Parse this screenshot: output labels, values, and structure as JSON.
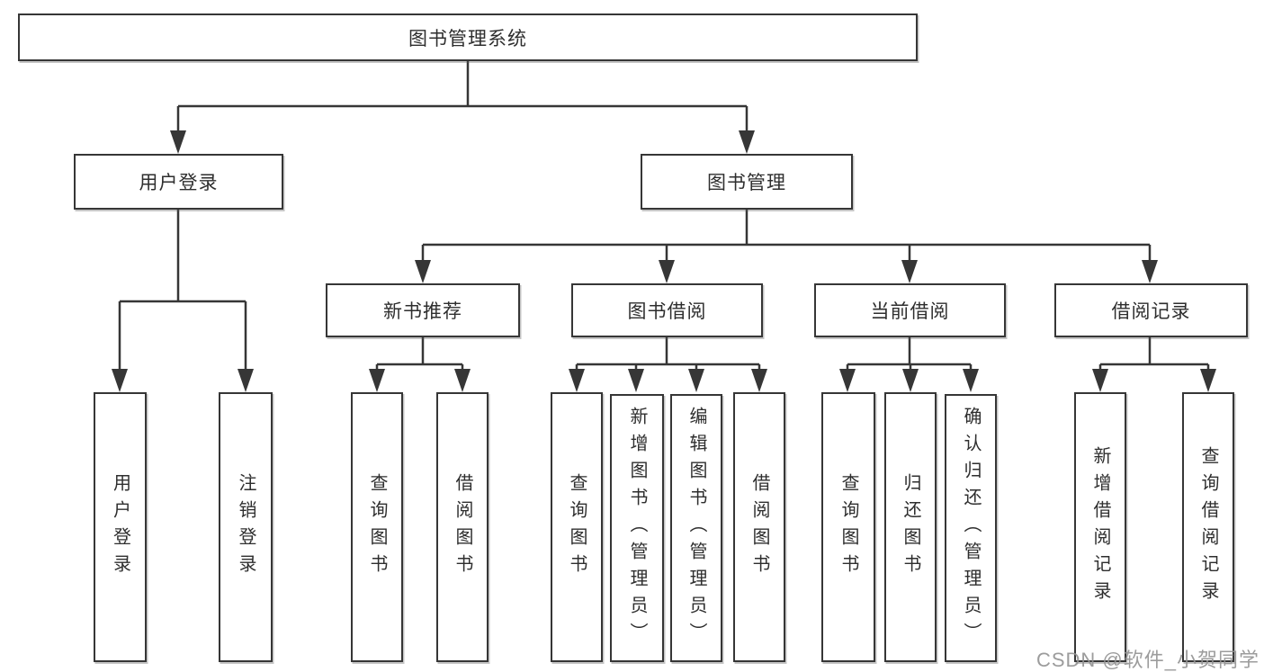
{
  "colors": {
    "line": "#363636",
    "box_border": "#363636",
    "box_background": "#ffffff",
    "text": "#2e2e2e",
    "watermark_text": "#919191",
    "page_background": "#ffffff"
  },
  "diagram": {
    "root": {
      "label": "图书管理系统"
    },
    "branches": {
      "user_login": {
        "label": "用户登录",
        "children": {
          "login": {
            "label": "用户登录"
          },
          "logout": {
            "label": "注销登录"
          }
        }
      },
      "book_management": {
        "label": "图书管理",
        "sections": {
          "new_book_recommend": {
            "label": "新书推荐",
            "children": {
              "query_book": {
                "label": "查询图书"
              },
              "borrow_book": {
                "label": "借阅图书"
              }
            }
          },
          "book_borrowing": {
            "label": "图书借阅",
            "children": {
              "query_book": {
                "label": "查询图书"
              },
              "add_book": {
                "label": "新增图书（管理员）"
              },
              "edit_book": {
                "label": "编辑图书（管理员）"
              },
              "borrow_book": {
                "label": "借阅图书"
              }
            }
          },
          "current_borrowing": {
            "label": "当前借阅",
            "children": {
              "query_book": {
                "label": "查询图书"
              },
              "return_book": {
                "label": "归还图书"
              },
              "confirm_return": {
                "label": "确认归还（管理员）"
              }
            }
          },
          "borrowing_records": {
            "label": "借阅记录",
            "children": {
              "add_record": {
                "label": "新增借阅记录"
              },
              "query_record": {
                "label": "查询借阅记录"
              }
            }
          }
        }
      }
    }
  },
  "watermark": {
    "text": "CSDN @软件_小贺同学"
  }
}
